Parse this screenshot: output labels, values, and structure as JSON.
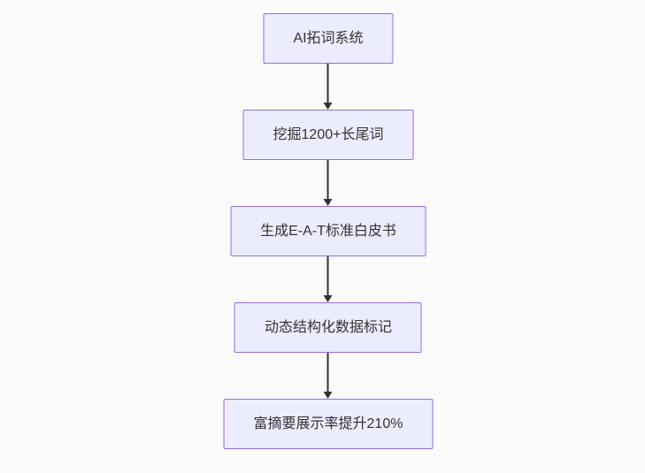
{
  "style": {
    "canvas_bg": "#fafafa",
    "node_fill": "#ececff",
    "node_border": "#9370db",
    "node_text": "#333333",
    "arrow_color": "#333333"
  },
  "flowchart": {
    "direction": "top-down",
    "nodes": [
      {
        "id": "A",
        "label": "AI拓词系统"
      },
      {
        "id": "B",
        "label": "挖掘1200+长尾词"
      },
      {
        "id": "C",
        "label": "生成E-A-T标准白皮书"
      },
      {
        "id": "D",
        "label": "动态结构化数据标记"
      },
      {
        "id": "E",
        "label": "富摘要展示率提升210%"
      }
    ],
    "edges": [
      {
        "from": "A",
        "to": "B"
      },
      {
        "from": "B",
        "to": "C"
      },
      {
        "from": "C",
        "to": "D"
      },
      {
        "from": "D",
        "to": "E"
      }
    ]
  }
}
